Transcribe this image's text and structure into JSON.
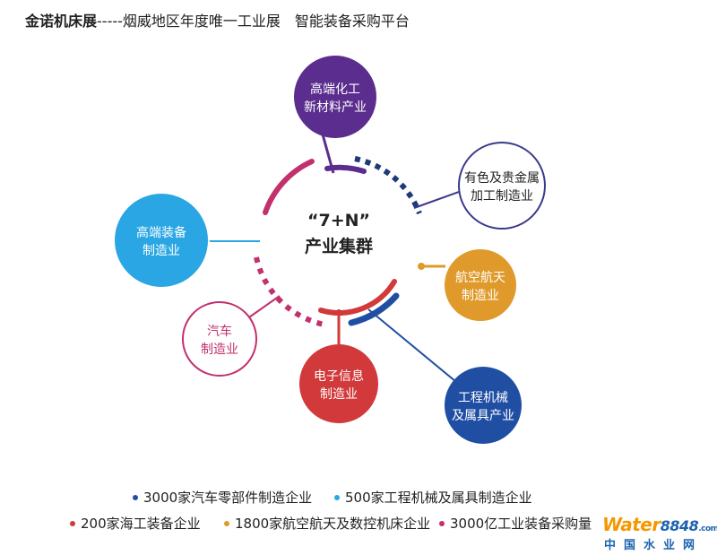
{
  "title": {
    "bold": "金诺机床展",
    "rest": "-----烟威地区年度唯一工业展　智能装备采购平台"
  },
  "center": {
    "line1": "“7+N”",
    "line2": "产业集群"
  },
  "nodes": [
    {
      "id": "chem",
      "line1": "高端化工",
      "line2": "新材料产业",
      "color": "#5a2d8e",
      "filled": true,
      "text_color": "#ffffff"
    },
    {
      "id": "metal",
      "line1": "有色及贵金属",
      "line2": "加工制造业",
      "color": "#3b3a8c",
      "filled": false,
      "text_color": "#222222"
    },
    {
      "id": "aero",
      "line1": "航空航天",
      "line2": "制造业",
      "color": "#e09a2b",
      "filled": true,
      "text_color": "#ffffff"
    },
    {
      "id": "machinery",
      "line1": "工程机械",
      "line2": "及属具产业",
      "color": "#1f4ea3",
      "filled": true,
      "text_color": "#ffffff"
    },
    {
      "id": "electronics",
      "line1": "电子信息",
      "line2": "制造业",
      "color": "#d2393a",
      "filled": true,
      "text_color": "#ffffff"
    },
    {
      "id": "auto",
      "line1": "汽车",
      "line2": "制造业",
      "color": "#c2306e",
      "filled": false,
      "text_color": "#c2306e"
    },
    {
      "id": "equip",
      "line1": "高端装备",
      "line2": "制造业",
      "color": "#29a6e3",
      "filled": true,
      "text_color": "#ffffff"
    }
  ],
  "legend": [
    {
      "text": "3000家汽车零部件制造企业",
      "color": "#1f4ea3"
    },
    {
      "text": "500家工程机械及属具制造企业",
      "color": "#29a6e3"
    },
    {
      "text": "200家海工装备企业",
      "color": "#d2393a"
    },
    {
      "text": "1800家航空航天及数控机床企业",
      "color": "#e09a2b"
    },
    {
      "text": "3000亿工业装备采购量",
      "color": "#c2306e"
    }
  ],
  "watermark": {
    "word": "Water",
    "num": "8848",
    "com": ".com",
    "sub": "中国水业网"
  }
}
